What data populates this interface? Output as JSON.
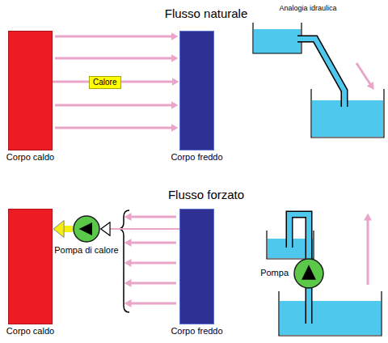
{
  "diagram": {
    "nodes": [
      {
        "text": [
          "Corpo caldo"
        ]
      },
      {
        "text": [
          "Calore"
        ]
      },
      {
        "text": [
          "Corpo freddo"
        ]
      },
      {
        "text": [
          "Corpo caldo"
        ]
      },
      {
        "text": [
          "Pompa di calore"
        ]
      },
      {
        "text": [
          "Corpo freddo"
        ]
      },
      {
        "text": [
          "Pompa"
        ]
      }
    ],
    "edges": [
      {
        "from": 0,
        "to": 2,
        "arrow": "to"
      },
      {
        "from": 5,
        "to": 4,
        "arrow": "to"
      },
      {
        "from": 4,
        "to": 3,
        "arrow": "to"
      }
    ],
    "labels": [
      "Flusso naturale",
      "Analogia idraulica",
      "Flusso forzato"
    ]
  }
}
